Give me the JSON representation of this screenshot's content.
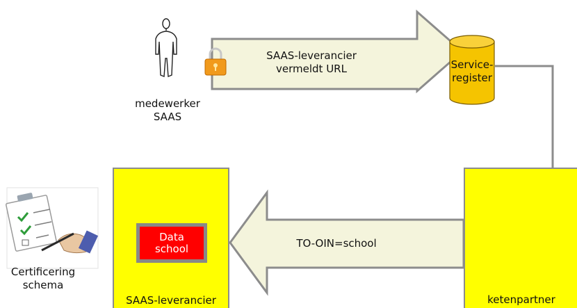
{
  "actor": {
    "label_line1": "medewerker",
    "label_line2": "SAAS"
  },
  "arrow_top": {
    "line1": "SAAS-leverancier",
    "line2": "vermeldt URL"
  },
  "service_register": {
    "line1": "Service-",
    "line2": "register"
  },
  "saas_box": {
    "label": "SAAS-leverancier"
  },
  "data_school": {
    "line1": "Data",
    "line2": "school"
  },
  "chain_box": {
    "label": "ketenpartner"
  },
  "arrow_bottom": {
    "label": "TO-OIN=school"
  },
  "certification": {
    "line1": "Certificering",
    "line2": "schema"
  },
  "colors": {
    "arrow_fill": "#f4f4dc",
    "arrow_stroke": "#8c8c8c",
    "box_yellow": "#ffff00",
    "data_red": "#ff0000",
    "cylinder": "#f5c400"
  }
}
